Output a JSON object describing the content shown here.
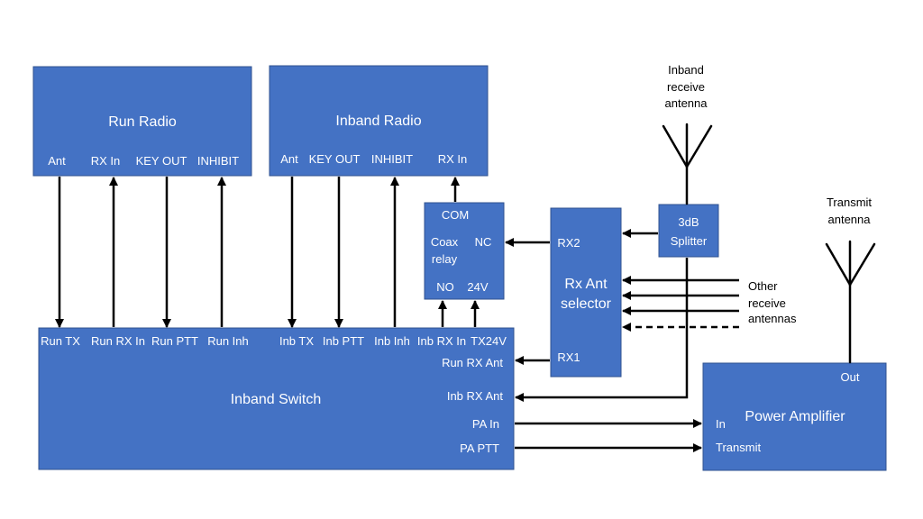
{
  "run_radio": {
    "title": "Run Radio",
    "ports": [
      "Ant",
      "RX In",
      "KEY OUT",
      "INHIBIT"
    ]
  },
  "inband_radio": {
    "title": "Inband Radio",
    "ports": [
      "Ant",
      "KEY OUT",
      "INHIBIT",
      "RX In"
    ]
  },
  "coax_relay": {
    "com": "COM",
    "label_line1": "Coax",
    "label_line2": "relay",
    "nc": "NC",
    "no": "NO",
    "v24": "24V"
  },
  "rx_ant_selector": {
    "title_line1": "Rx Ant",
    "title_line2": "selector",
    "rx2": "RX2",
    "rx1": "RX1"
  },
  "splitter": {
    "line1": "3dB",
    "line2": "Splitter"
  },
  "inband_switch": {
    "title": "Inband Switch",
    "top_ports": [
      "Run TX",
      "Run RX In",
      "Run PTT",
      "Run Inh",
      "Inb TX",
      "Inb PTT",
      "Inb Inh",
      "Inb RX In",
      "TX24V"
    ],
    "right_ports": [
      "Run RX Ant",
      "Inb RX Ant",
      "PA In",
      "PA PTT"
    ]
  },
  "power_amplifier": {
    "title": "Power Amplifier",
    "out": "Out",
    "in": "In",
    "transmit": "Transmit"
  },
  "labels": {
    "inband_antenna": [
      "Inband",
      "receive",
      "antenna"
    ],
    "transmit_antenna": [
      "Transmit",
      "antenna"
    ],
    "other_antennas": [
      "Other",
      "receive",
      "antennas"
    ]
  }
}
